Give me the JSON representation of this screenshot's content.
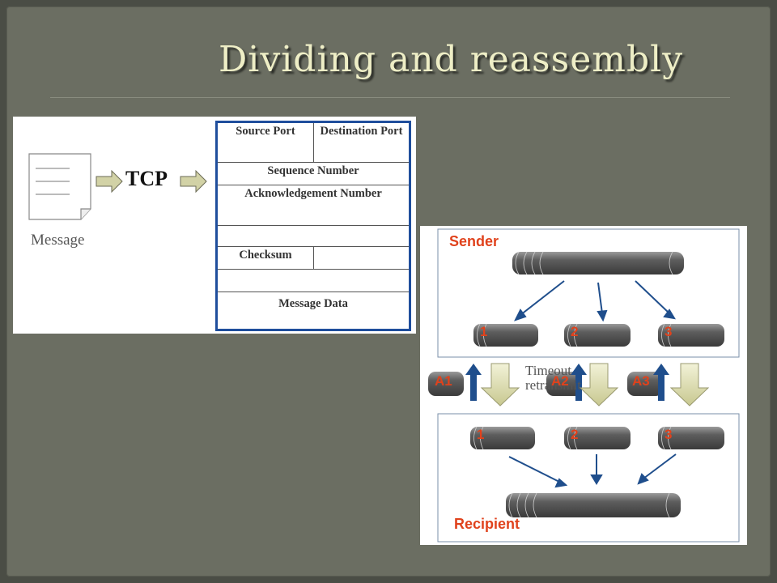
{
  "title": "Dividing and reassembly",
  "tcp": {
    "message_label": "Message",
    "tcp_label": "TCP",
    "header": {
      "source_port": "Source Port",
      "destination_port": "Destination Port",
      "sequence_number": "Sequence Number",
      "ack_number": "Acknowledgement Number",
      "checksum": "Checksum",
      "message_data": "Message Data"
    }
  },
  "network": {
    "sender_label": "Sender",
    "recipient_label": "Recipient",
    "timeout_text_line1": "Timeout",
    "timeout_text_line2": "retransmit",
    "segments_top": [
      "1",
      "2",
      "3"
    ],
    "segments_bottom": [
      "1",
      "2",
      "3"
    ],
    "acks": [
      "A1",
      "A2",
      "A3"
    ]
  },
  "colors": {
    "accent_red": "#e0421c",
    "arrow_blue": "#1f4e8c",
    "title": "#eeeec6"
  }
}
